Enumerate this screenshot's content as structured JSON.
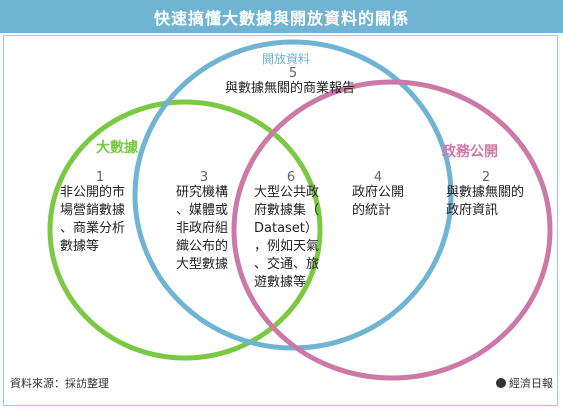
{
  "title": "快速搞懂大數據與開放資料的關係",
  "colors": {
    "title_bg": "#6fb4d3",
    "big_data": "#7ac943",
    "open_data": "#6fb4d3",
    "government": "#cc79a7"
  },
  "circles": {
    "big_data": "大數據",
    "open_data": "開放資料",
    "government": "政務公開"
  },
  "regions": [
    {
      "num": "1",
      "lines": [
        "非公開的市",
        "場營銷數據",
        "、商業分析",
        "數據等"
      ]
    },
    {
      "num": "2",
      "lines": [
        "與數據無關的",
        "政府資訊"
      ]
    },
    {
      "num": "3",
      "lines": [
        "研究機構",
        "、媒體或",
        "非政府組",
        "織公布的",
        "大型數據"
      ]
    },
    {
      "num": "4",
      "lines": [
        "政府公開",
        "的統計"
      ]
    },
    {
      "num": "5",
      "lines": [
        "與數據無關的商業報告"
      ]
    },
    {
      "num": "6",
      "lines": [
        "大型公共政",
        "府數據集（",
        "Dataset）",
        "，例如天氣",
        "、交通、旅",
        "遊數據等"
      ]
    }
  ],
  "footer": {
    "source": "資料來源：採訪整理",
    "publisher": "經濟日報"
  }
}
